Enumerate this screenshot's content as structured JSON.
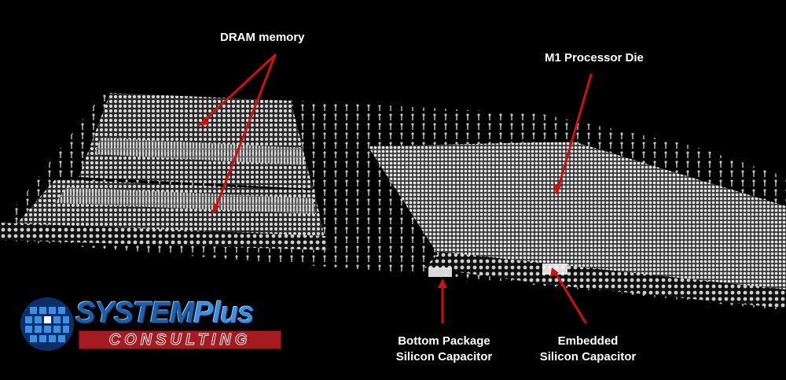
{
  "labels": {
    "dram": "DRAM memory",
    "m1_die": "M1 Processor Die",
    "bottom_cap_line1": "Bottom Package",
    "bottom_cap_line2": "Silicon Capacitor",
    "embedded_cap_line1": "Embedded",
    "embedded_cap_line2": "Silicon Capacitor"
  },
  "logo": {
    "system": "SYSTEM",
    "plus": "Plus",
    "consulting": "CONSULTING"
  },
  "colors": {
    "arrow": "#d01010",
    "text": "#ffffff",
    "solder": "#e6e6e6",
    "background": "#000000",
    "logo_blue": "#1d5fa9",
    "logo_red": "#a41c22"
  }
}
